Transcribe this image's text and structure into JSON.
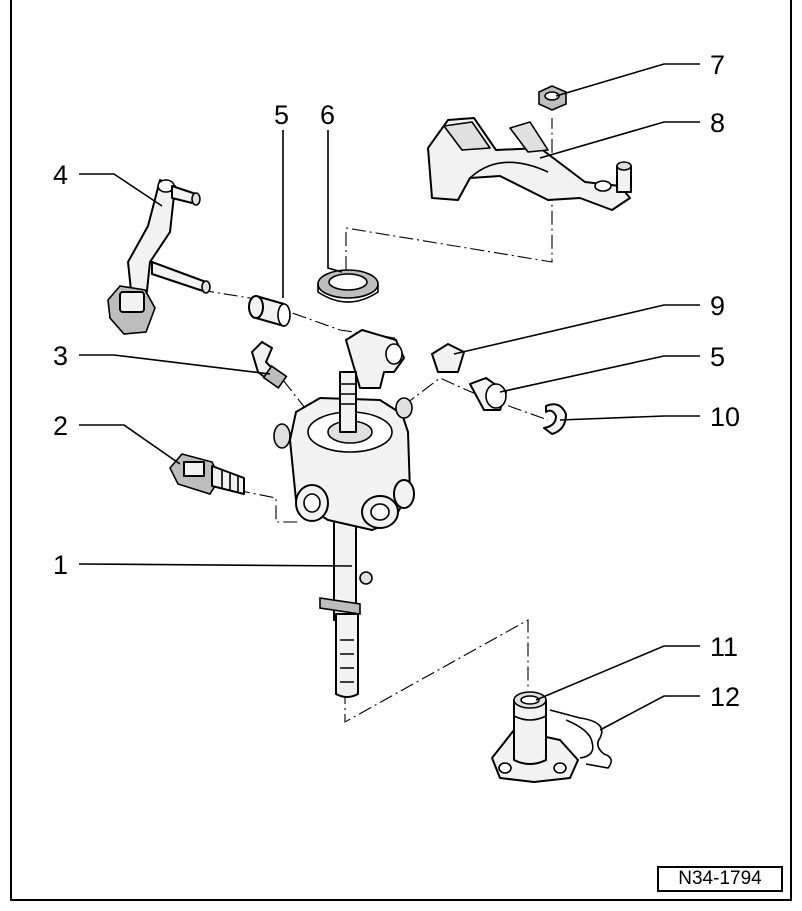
{
  "diagram": {
    "callouts": [
      {
        "id": "c1",
        "label": "1"
      },
      {
        "id": "c2",
        "label": "2"
      },
      {
        "id": "c3",
        "label": "3"
      },
      {
        "id": "c4",
        "label": "4"
      },
      {
        "id": "c5a",
        "label": "5"
      },
      {
        "id": "c5b",
        "label": "5"
      },
      {
        "id": "c6",
        "label": "6"
      },
      {
        "id": "c7",
        "label": "7"
      },
      {
        "id": "c8",
        "label": "8"
      },
      {
        "id": "c9",
        "label": "9"
      },
      {
        "id": "c10",
        "label": "10"
      },
      {
        "id": "c11",
        "label": "11"
      },
      {
        "id": "c12",
        "label": "12"
      }
    ],
    "reference": "N34-1794"
  }
}
